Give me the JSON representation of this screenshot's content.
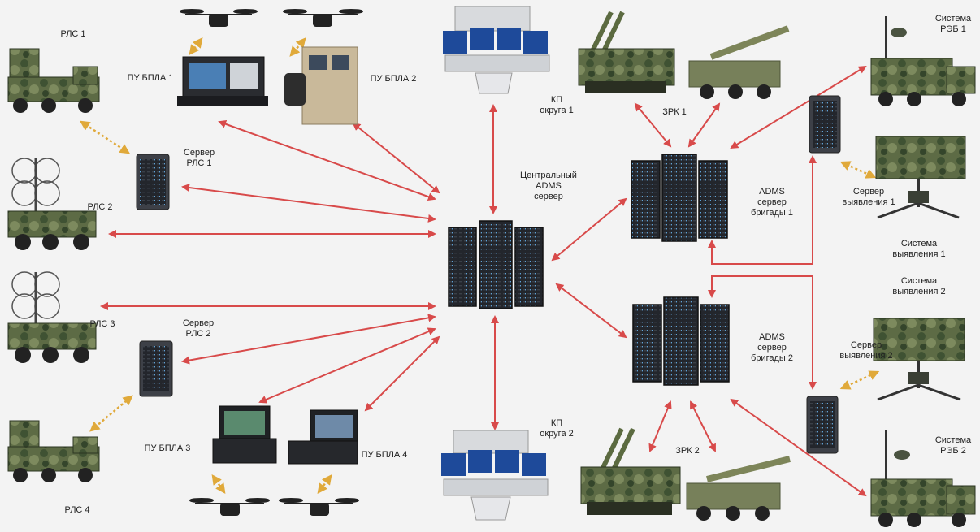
{
  "labels": {
    "rls1": "РЛС 1",
    "rls2": "РЛС 2",
    "rls3": "РЛС 3",
    "rls4": "РЛС 4",
    "server_rls1_l1": "Сервер",
    "server_rls1_l2": "РЛС 1",
    "server_rls2_l1": "Сервер",
    "server_rls2_l2": "РЛС 2",
    "pu_bpla1": "ПУ БПЛА 1",
    "pu_bpla2": "ПУ БПЛА 2",
    "pu_bpla3": "ПУ БПЛА 3",
    "pu_bpla4": "ПУ БПЛА 4",
    "kp1_l1": "КП",
    "kp1_l2": "округа 1",
    "kp2_l1": "КП",
    "kp2_l2": "округа 2",
    "central_l1": "Центральный",
    "central_l2": "ADMS",
    "central_l3": "сервер",
    "zrk1": "ЗРК 1",
    "zrk2": "ЗРК 2",
    "brig1_l1": "ADMS",
    "brig1_l2": "сервер",
    "brig1_l3": "бригады 1",
    "brig2_l1": "ADMS",
    "brig2_l2": "сервер",
    "brig2_l3": "бригады 2",
    "reb1_l1": "Система",
    "reb1_l2": "РЭБ 1",
    "reb2_l1": "Система",
    "reb2_l2": "РЭБ 2",
    "srv_det1_l1": "Сервер",
    "srv_det1_l2": "выявления 1",
    "srv_det2_l1": "Сервер",
    "srv_det2_l2": "выявления 2",
    "det1_l1": "Система",
    "det1_l2": "выявления 1",
    "det2_l1": "Система",
    "det2_l2": "выявления 2"
  },
  "colors": {
    "link": "#d84a4a",
    "local_link": "#e0a93a",
    "rack": "#1f2227",
    "camo_dark": "#3f5233",
    "camo_light": "#6f7d55"
  }
}
